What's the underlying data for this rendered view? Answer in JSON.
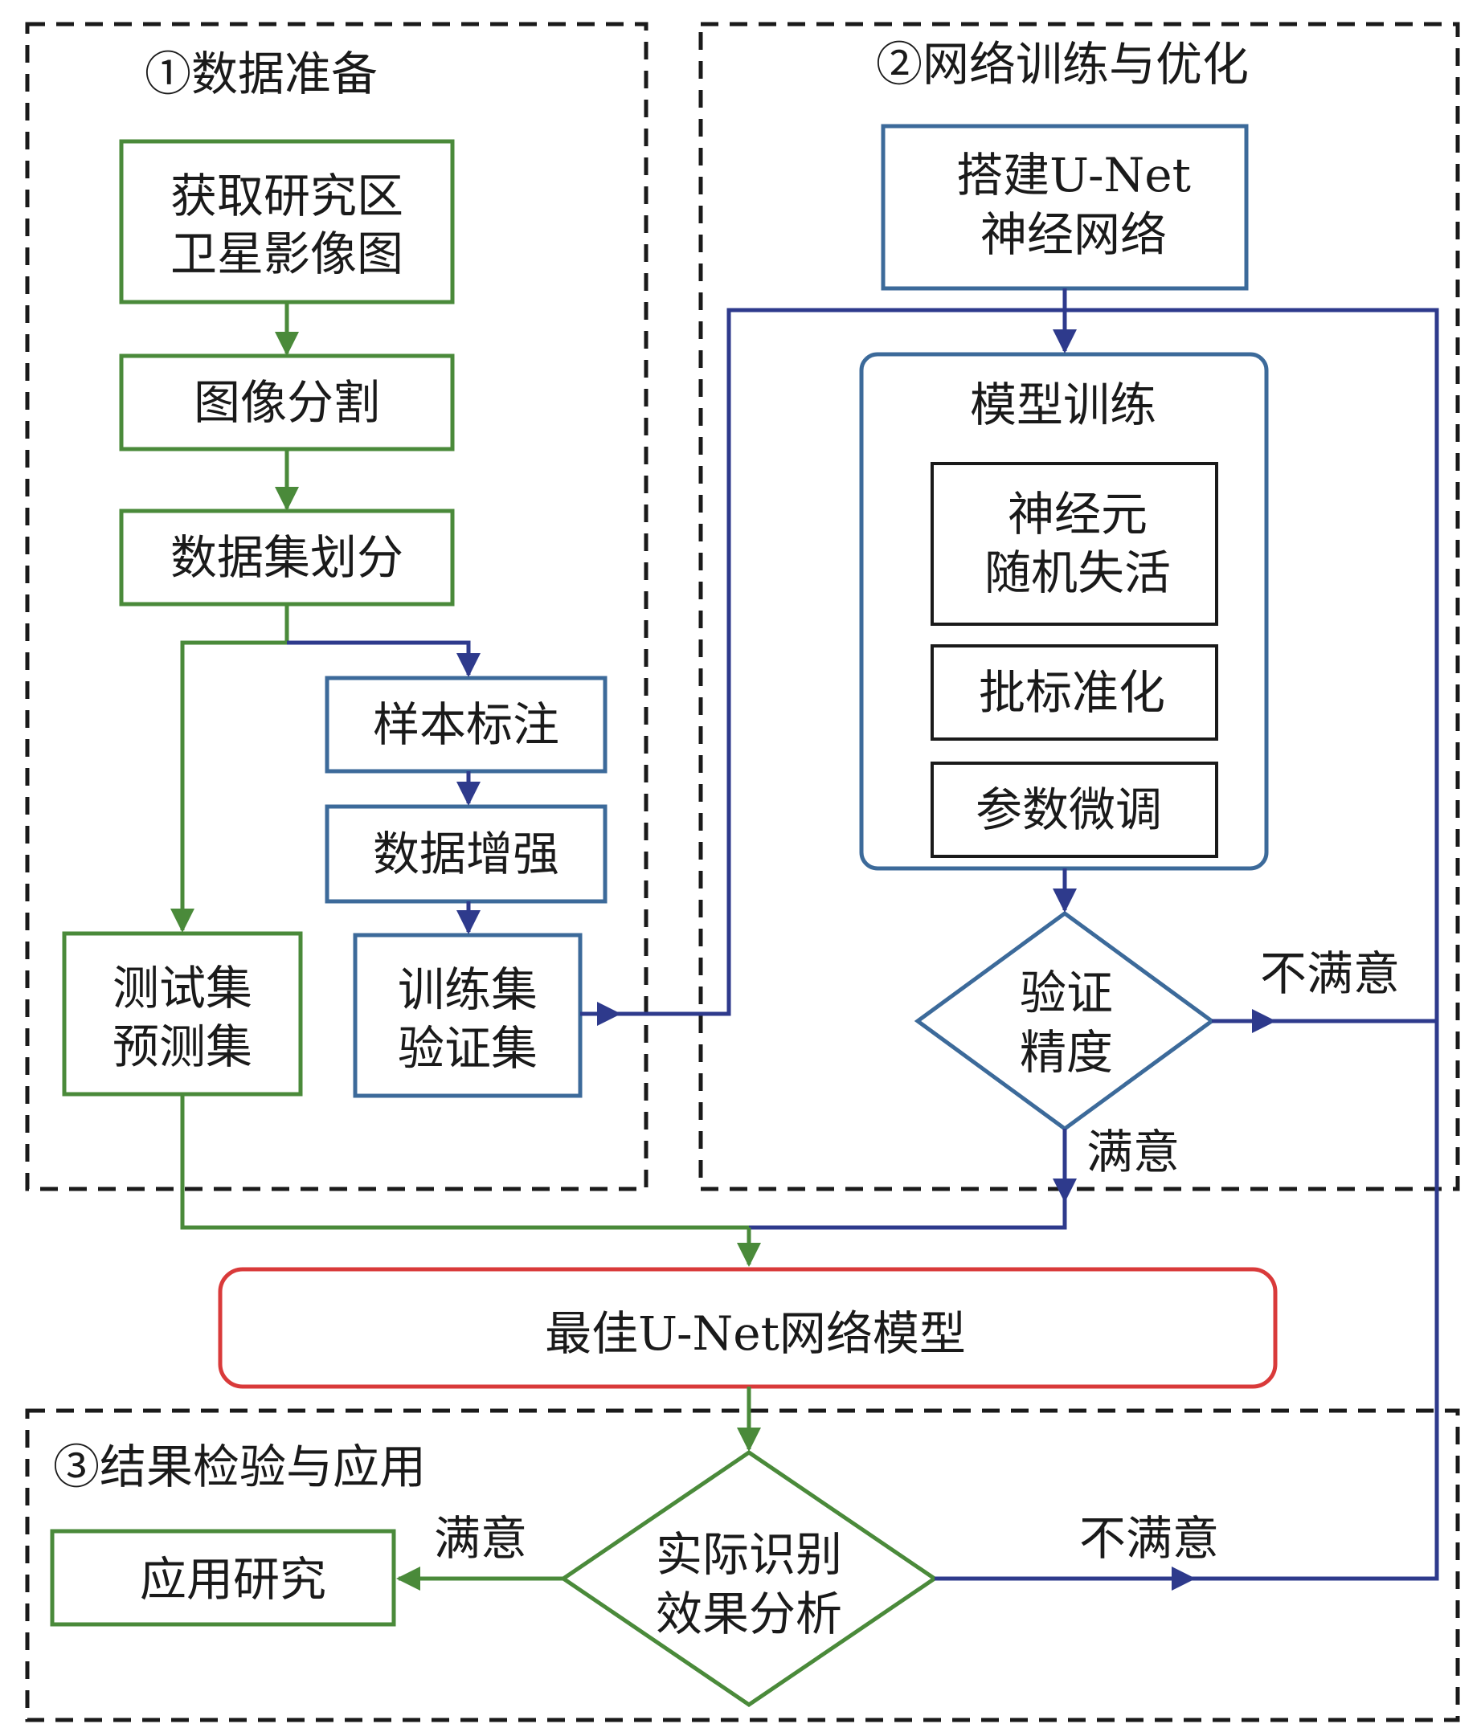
{
  "colors": {
    "green": "#4a8a3a",
    "blue": "#3c6a9a",
    "navy": "#2e3a8c",
    "black": "#1a1a1a",
    "red": "#d93a3a",
    "dash": "#1a1a1a"
  },
  "sections": {
    "data_prep": "①数据准备",
    "network_training": "②网络训练与优化",
    "result_application": "③结果检验与应用"
  },
  "nodes": {
    "acquire_line1": "获取研究区",
    "acquire_line2": "卫星影像图",
    "segment": "图像分割",
    "dataset_split": "数据集划分",
    "sample_label": "样本标注",
    "augment": "数据增强",
    "trainval_line1": "训练集",
    "trainval_line2": "验证集",
    "test_line1": "测试集",
    "test_line2": "预测集",
    "build_line1": "搭建U-Net",
    "build_line2": "神经网络",
    "model_training": "模型训练",
    "dropout_line1": "神经元",
    "dropout_line2": "随机失活",
    "batchnorm": "批标准化",
    "finetune": "参数微调",
    "verify_line1": "验证",
    "verify_line2": "精度",
    "best_model": "最佳U-Net网络模型",
    "analysis_line1": "实际识别",
    "analysis_line2": "效果分析",
    "application": "应用研究"
  },
  "edge_labels": {
    "unsatisfied_top": "不满意",
    "satisfied_top": "满意",
    "satisfied_bottom": "满意",
    "unsatisfied_bottom": "不满意"
  }
}
